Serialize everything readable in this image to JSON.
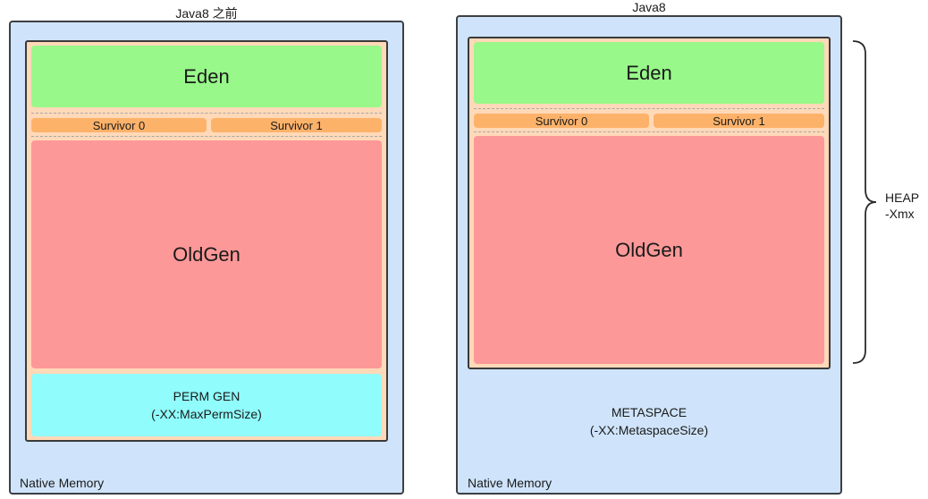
{
  "left": {
    "title": "Java8 之前",
    "eden": "Eden",
    "survivor0": "Survivor 0",
    "survivor1": "Survivor 1",
    "oldgen": "OldGen",
    "perm_line1": "PERM GEN",
    "perm_line2": "(-XX:MaxPermSize)",
    "native": "Native Memory"
  },
  "right": {
    "title": "Java8",
    "eden": "Eden",
    "survivor0": "Survivor 0",
    "survivor1": "Survivor 1",
    "oldgen": "OldGen",
    "meta_line1": "METASPACE",
    "meta_line2": "(-XX:MetaspaceSize)",
    "native": "Native Memory"
  },
  "heap_brace": {
    "line1": "HEAP",
    "line2": "-Xmx"
  }
}
